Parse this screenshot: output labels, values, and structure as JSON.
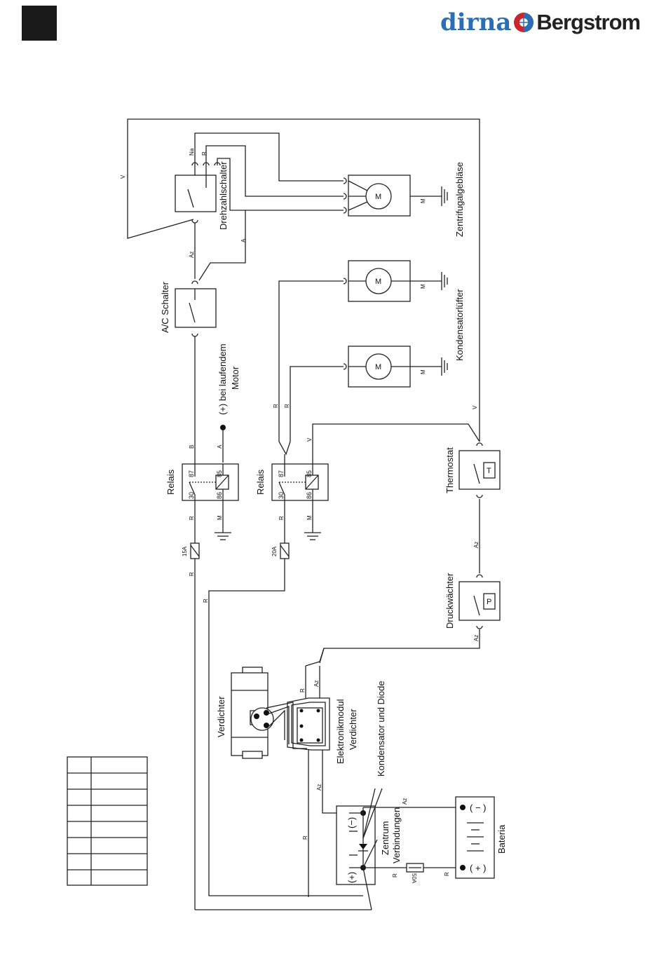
{
  "brand": {
    "left": "dirna",
    "right": "Bergstrom",
    "color_left": "#2a6fb5"
  },
  "labels": {
    "blower": "Zentrifugalgebläse",
    "speed_switch": "Drehzahlschalter",
    "ac_switch": "A/C Schalter",
    "engine_running_1": "(+) bei laufendem",
    "engine_running_2": "Motor",
    "condenser_fan": "Kondensatorlüfter",
    "relay_1": "Relais",
    "relay_2": "Relais",
    "thermostat": "Thermostat",
    "pressure_switch": "Druckwächter",
    "compressor": "Verdichter",
    "module_1": "Elektronikmodul",
    "module_2": "Verdichter",
    "capdiode": "Kondensator und Diode",
    "center_1": "Zentrum",
    "center_2": "Verbindungen",
    "battery": "Bateria"
  },
  "symbols": {
    "motor": "M",
    "thermostat": "T",
    "pressure": "P",
    "minus": "(−)",
    "plus": "(+)",
    "batt_minus": "( − )",
    "batt_plus": "( + )"
  },
  "pins": {
    "p30": "30",
    "p87": "87",
    "p85": "85",
    "p86": "86"
  },
  "fuses": {
    "f1": "15A",
    "f2": "20A",
    "f3": "50A"
  },
  "wires": {
    "V": "V",
    "R": "R",
    "A": "A",
    "M": "M",
    "B": "B",
    "Az": "Az",
    "Na": "Na"
  },
  "table": {
    "rows": 8
  }
}
